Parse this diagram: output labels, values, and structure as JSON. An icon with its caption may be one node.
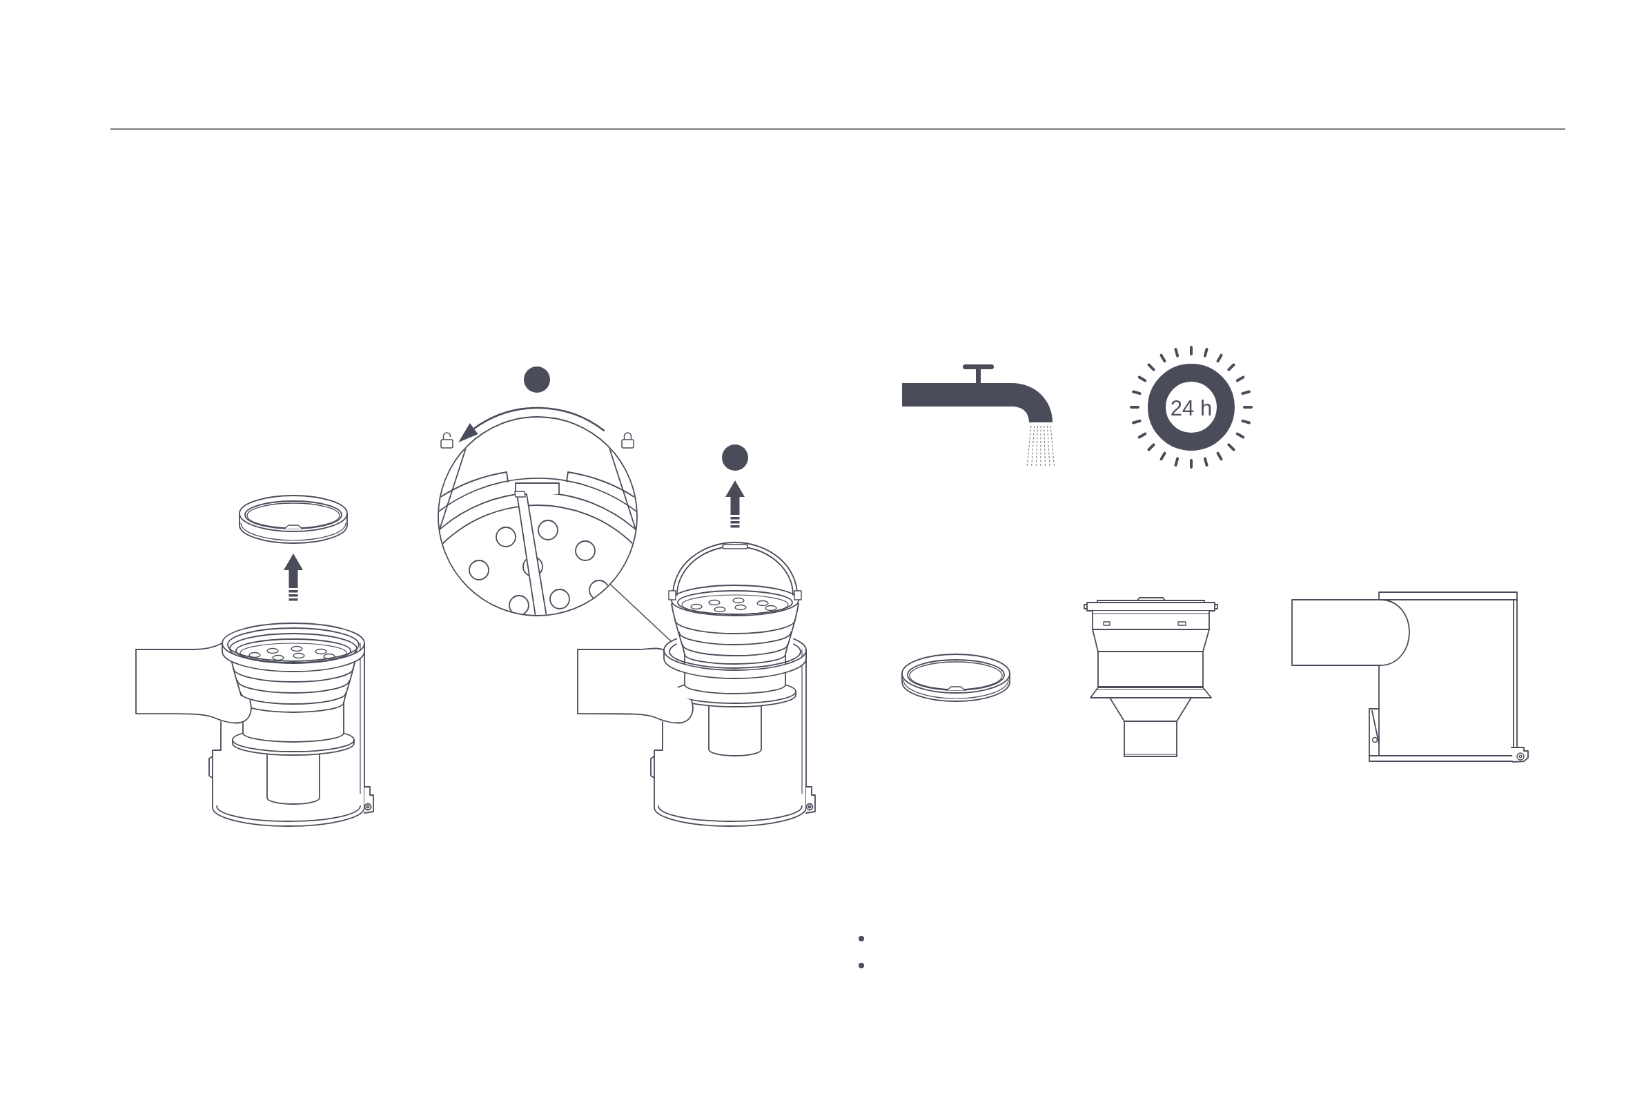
{
  "diagram": {
    "nodes": [
      {
        "text": [],
        "shape": "circle"
      },
      {
        "text": [],
        "shape": "picture"
      }
    ],
    "edges": [
      {
        "from": 0,
        "to": 1,
        "arrow": "none"
      }
    ],
    "labels": [
      "24 h"
    ]
  }
}
